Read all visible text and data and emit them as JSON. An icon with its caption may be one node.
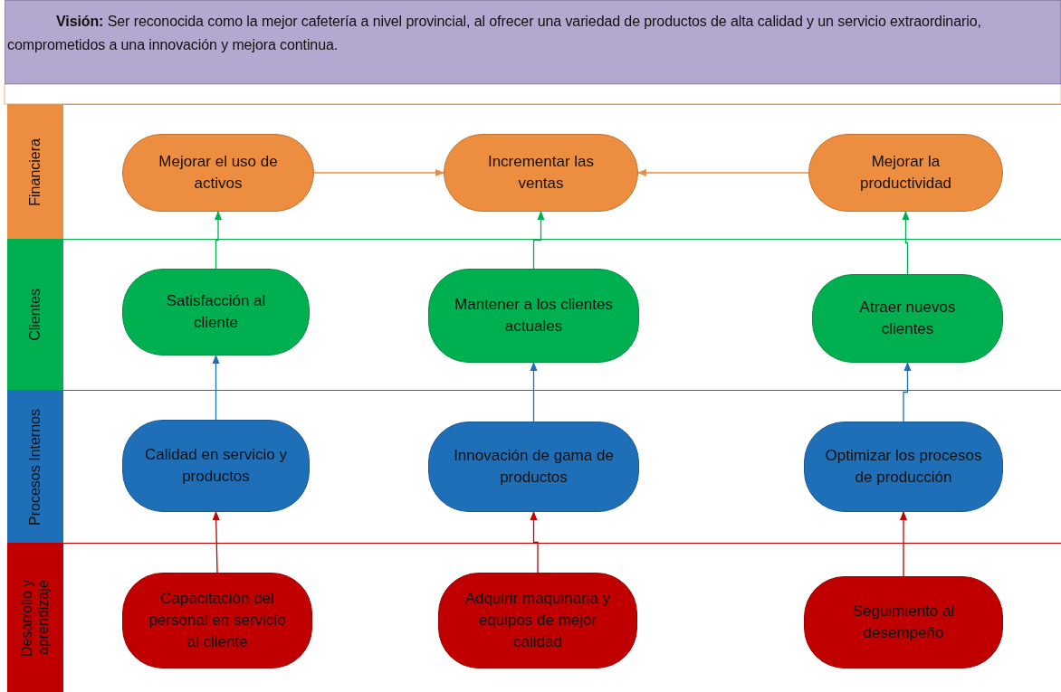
{
  "diagram": {
    "nodes": [
      {
        "text": [
          "**Visión:** Ser reconocida como la mejor cafetería a nivel provincial, al ofrecer una variedad de productos de alta calidad y un servicio extraordinario, comprometidos a una innovación y mejora continua."
        ]
      },
      {
        "text": [
          "Financiera"
        ]
      },
      {
        "text": [
          "Mejorar el uso de activos"
        ],
        "in": 1
      },
      {
        "text": [
          "Incrementar las ventas"
        ],
        "in": 1
      },
      {
        "text": [
          "Mejorar la productividad"
        ],
        "in": 1
      },
      {
        "text": [
          "Clientes"
        ]
      },
      {
        "text": [
          "Satisfacción al cliente"
        ],
        "in": 5
      },
      {
        "text": [
          "Mantener a los clientes actuales"
        ],
        "in": 5
      },
      {
        "text": [
          "Atraer nuevos clientes"
        ],
        "in": 5
      },
      {
        "text": [
          "Procesos Internos"
        ]
      },
      {
        "text": [
          "Calidad en servicio y productos"
        ],
        "in": 9
      },
      {
        "text": [
          "Innovación de gama de productos"
        ],
        "in": 9
      },
      {
        "text": [
          "Optimizar los procesos de producción"
        ],
        "in": 9
      },
      {
        "text": [
          "Desarrollo y aprendizaje"
        ]
      },
      {
        "text": [
          "Capacitación del personal en servicio al cliente"
        ],
        "in": 13
      },
      {
        "text": [
          "Adquirir maquinaria y equipos de mejor calidad"
        ],
        "in": 13
      },
      {
        "text": [
          "Seguimiento al desempeño"
        ],
        "in": 13
      }
    ],
    "edges": [
      {
        "from": 2,
        "to": 3,
        "arrow": "to",
        "color": "#ed8d3f"
      },
      {
        "from": 4,
        "to": 3,
        "arrow": "to",
        "color": "#ed8d3f"
      },
      {
        "from": 6,
        "to": 2,
        "arrow": "to",
        "color": "#00b050"
      },
      {
        "from": 7,
        "to": 3,
        "arrow": "to",
        "color": "#00b050"
      },
      {
        "from": 8,
        "to": 4,
        "arrow": "to",
        "color": "#00b050"
      },
      {
        "from": 10,
        "to": 6,
        "arrow": "to",
        "color": "#1f6fb8"
      },
      {
        "from": 11,
        "to": 7,
        "arrow": "to",
        "color": "#1f6fb8"
      },
      {
        "from": 12,
        "to": 8,
        "arrow": "to",
        "color": "#1f6fb8"
      },
      {
        "from": 14,
        "to": 10,
        "arrow": "to",
        "color": "#c00000"
      },
      {
        "from": 15,
        "to": 11,
        "arrow": "to",
        "color": "#c00000"
      },
      {
        "from": 16,
        "to": 12,
        "arrow": "to",
        "color": "#c00000"
      }
    ]
  }
}
